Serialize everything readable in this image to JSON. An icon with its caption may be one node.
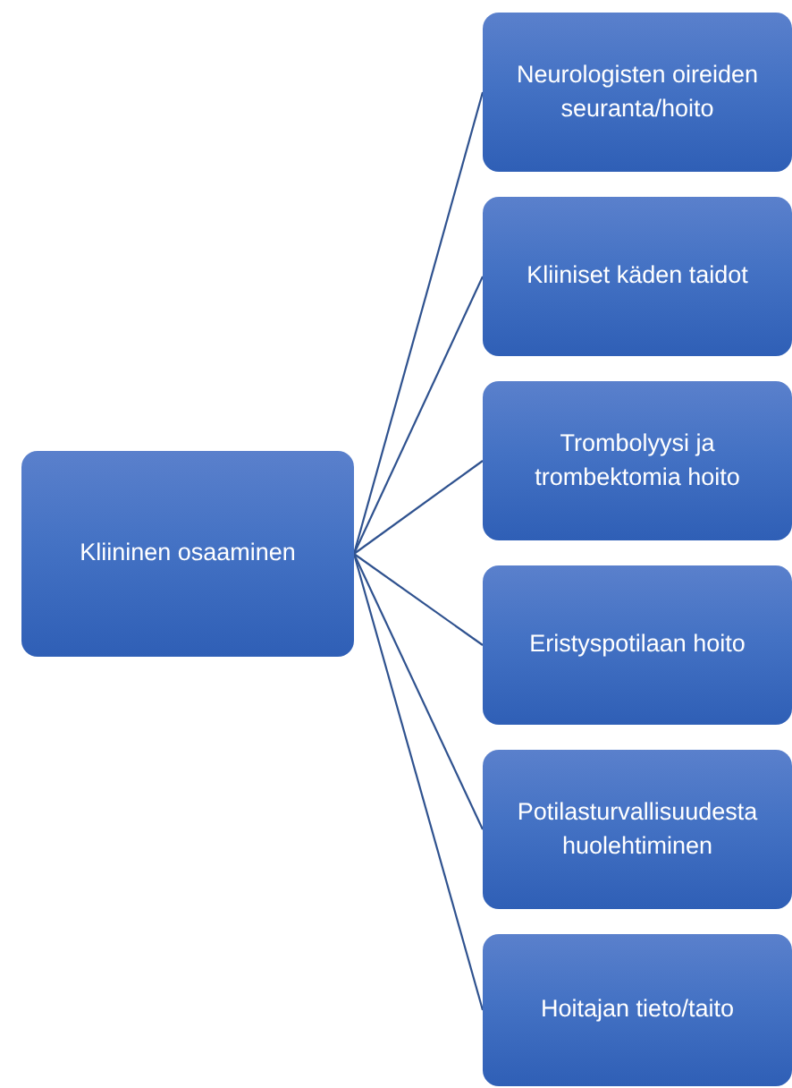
{
  "diagram": {
    "nodes": [
      {
        "text": [
          "Kliininen osaaminen"
        ]
      },
      {
        "text": [
          "Neurologisten oireiden seuranta/hoito"
        ]
      },
      {
        "text": [
          "Kliiniset käden taidot"
        ]
      },
      {
        "text": [
          "Trombolyysi ja trombektomia hoito"
        ]
      },
      {
        "text": [
          "Eristyspotilaan hoito"
        ]
      },
      {
        "text": [
          "Potilasturvallisuudesta huolehtiminen"
        ]
      },
      {
        "text": [
          "Hoitajan tieto/taito"
        ]
      }
    ],
    "edges": [
      {
        "from": 0,
        "to": 1,
        "arrow": "none"
      },
      {
        "from": 0,
        "to": 2,
        "arrow": "none"
      },
      {
        "from": 0,
        "to": 3,
        "arrow": "none"
      },
      {
        "from": 0,
        "to": 4,
        "arrow": "none"
      },
      {
        "from": 0,
        "to": 5,
        "arrow": "none"
      },
      {
        "from": 0,
        "to": 6,
        "arrow": "none"
      }
    ]
  }
}
